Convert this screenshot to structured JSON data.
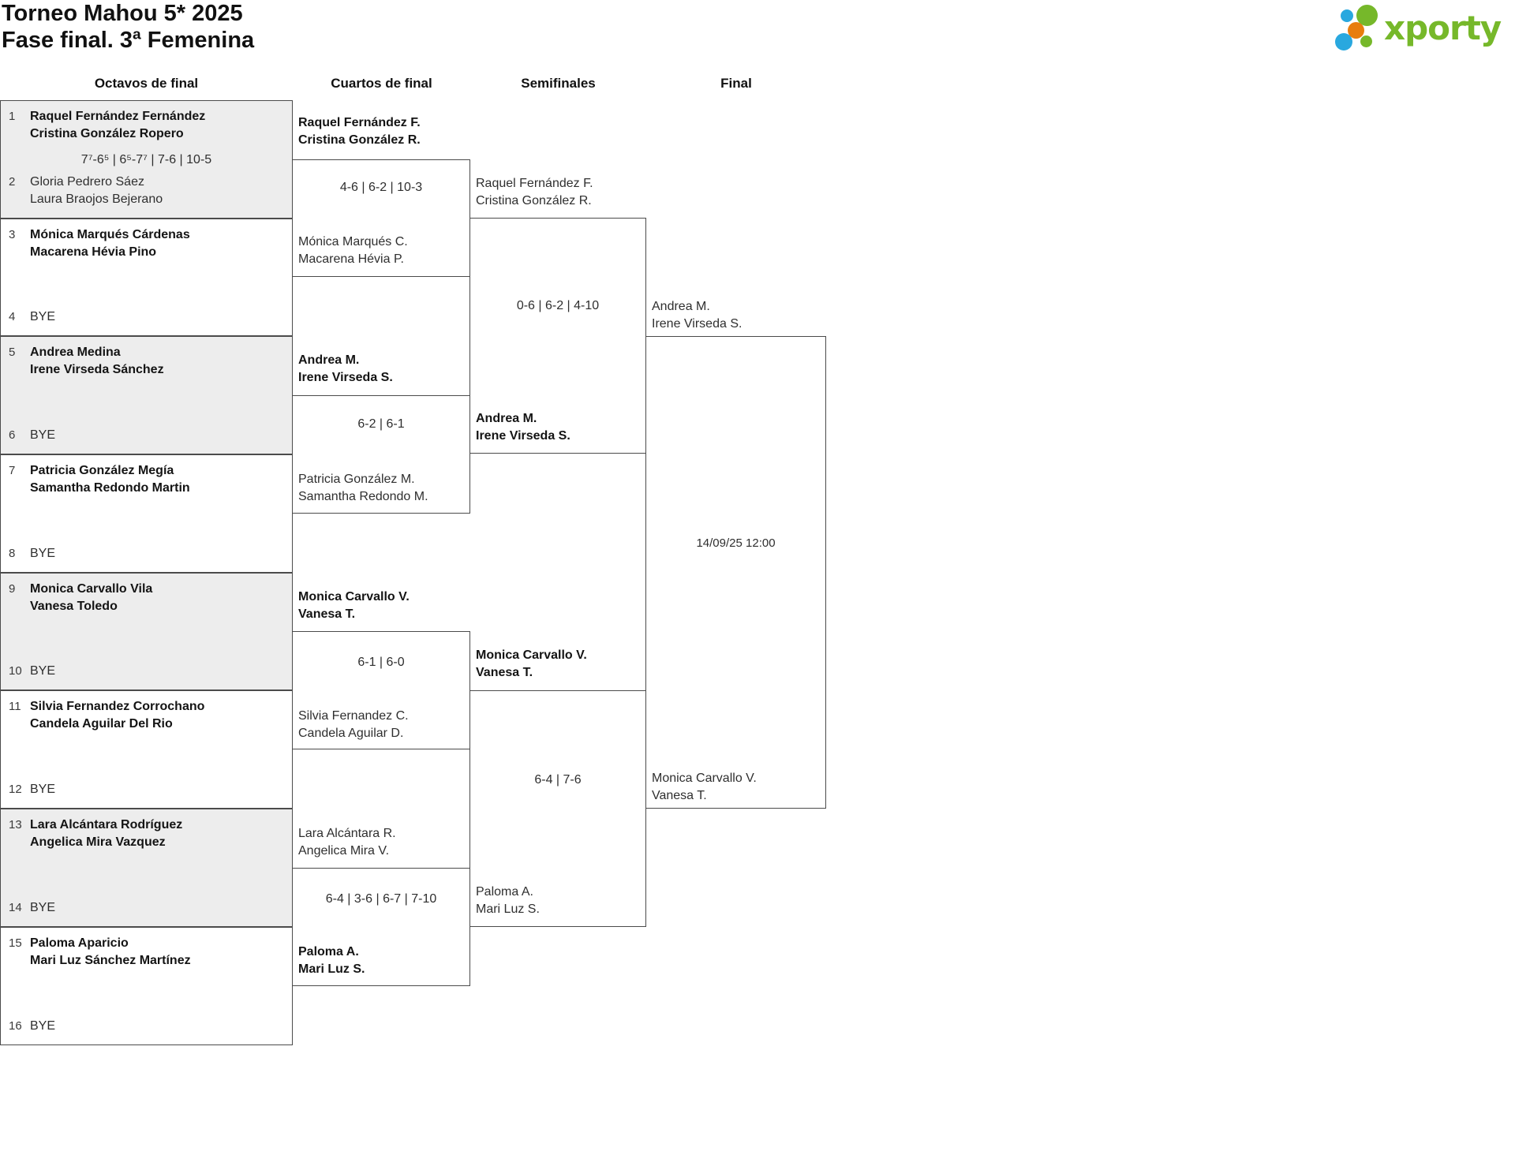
{
  "title": {
    "line1": "Torneo Mahou 5* 2025",
    "line2": "Fase final. 3ª Femenina"
  },
  "logo": {
    "text": "xporty",
    "icon": "dot-cluster",
    "colors": {
      "green": "#76b82a",
      "blue": "#29a8df",
      "orange": "#e87d0d"
    }
  },
  "colors": {
    "shaded_row": "#ededed",
    "border": "#4b4b4b",
    "text": "#1d1d1d"
  },
  "round_headers": [
    "Octavos de final",
    "Cuartos de final",
    "Semifinales",
    "Final"
  ],
  "round_of_16": [
    {
      "top_seed": "1",
      "top_names": [
        "Raquel Fernández Fernández",
        "Cristina González Ropero"
      ],
      "top_winner": true,
      "score": "7⁷-6⁵ | 6⁵-7⁷ | 7-6 | 10-5",
      "bottom_seed": "2",
      "bottom_names": [
        "Gloria Pedrero Sáez",
        "Laura Braojos Bejerano"
      ],
      "bottom_winner": false
    },
    {
      "top_seed": "3",
      "top_names": [
        "Mónica Marqués Cárdenas",
        "Macarena Hévia Pino"
      ],
      "top_winner": true,
      "score": "",
      "bottom_seed": "4",
      "bottom_names": [
        "BYE"
      ],
      "bottom_winner": false
    },
    {
      "top_seed": "5",
      "top_names": [
        "Andrea Medina",
        "Irene Virseda Sánchez"
      ],
      "top_winner": true,
      "score": "",
      "bottom_seed": "6",
      "bottom_names": [
        "BYE"
      ],
      "bottom_winner": false
    },
    {
      "top_seed": "7",
      "top_names": [
        "Patricia González Megía",
        "Samantha Redondo Martin"
      ],
      "top_winner": true,
      "score": "",
      "bottom_seed": "8",
      "bottom_names": [
        "BYE"
      ],
      "bottom_winner": false
    },
    {
      "top_seed": "9",
      "top_names": [
        "Monica Carvallo Vila",
        "Vanesa Toledo"
      ],
      "top_winner": true,
      "score": "",
      "bottom_seed": "10",
      "bottom_names": [
        "BYE"
      ],
      "bottom_winner": false
    },
    {
      "top_seed": "11",
      "top_names": [
        "Silvia Fernandez Corrochano",
        "Candela Aguilar Del Rio"
      ],
      "top_winner": true,
      "score": "",
      "bottom_seed": "12",
      "bottom_names": [
        "BYE"
      ],
      "bottom_winner": false
    },
    {
      "top_seed": "13",
      "top_names": [
        "Lara Alcántara Rodríguez",
        "Angelica Mira Vazquez"
      ],
      "top_winner": true,
      "score": "",
      "bottom_seed": "14",
      "bottom_names": [
        "BYE"
      ],
      "bottom_winner": false
    },
    {
      "top_seed": "15",
      "top_names": [
        "Paloma Aparicio",
        "Mari Luz Sánchez Martínez"
      ],
      "top_winner": true,
      "score": "",
      "bottom_seed": "16",
      "bottom_names": [
        "BYE"
      ],
      "bottom_winner": false
    }
  ],
  "quarterfinals": [
    {
      "top_names": [
        "Raquel Fernández F.",
        "Cristina González R."
      ],
      "top_winner": true,
      "score": "4-6 | 6-2 | 10-3",
      "bottom_names": [
        "Mónica Marqués C.",
        "Macarena Hévia P."
      ],
      "bottom_winner": false
    },
    {
      "top_names": [
        "Andrea M.",
        "Irene Virseda S."
      ],
      "top_winner": true,
      "score": "6-2 | 6-1",
      "bottom_names": [
        "Patricia González M.",
        "Samantha Redondo M."
      ],
      "bottom_winner": false
    },
    {
      "top_names": [
        "Monica Carvallo V.",
        "Vanesa T."
      ],
      "top_winner": true,
      "score": "6-1 | 6-0",
      "bottom_names": [
        "Silvia Fernandez C.",
        "Candela Aguilar D."
      ],
      "bottom_winner": false
    },
    {
      "top_names": [
        "Lara Alcántara R.",
        "Angelica Mira V."
      ],
      "top_winner": false,
      "score": "6-4 | 3-6 | 6-7 | 7-10",
      "bottom_names": [
        "Paloma A.",
        "Mari Luz S."
      ],
      "bottom_winner": true
    }
  ],
  "semifinals": [
    {
      "top_names": [
        "Raquel Fernández F.",
        "Cristina González R."
      ],
      "top_winner": false,
      "score": "0-6 | 6-2 | 4-10",
      "bottom_names": [
        "Andrea M.",
        "Irene Virseda S."
      ],
      "bottom_winner": true
    },
    {
      "top_names": [
        "Monica Carvallo V.",
        "Vanesa T."
      ],
      "top_winner": true,
      "score": "6-4 | 7-6",
      "bottom_names": [
        "Paloma A.",
        "Mari Luz S."
      ],
      "bottom_winner": false
    }
  ],
  "final": {
    "top_names": [
      "Andrea M.",
      "Irene Virseda S."
    ],
    "schedule": "14/09/25 12:00",
    "bottom_names": [
      "Monica Carvallo V.",
      "Vanesa T."
    ]
  }
}
